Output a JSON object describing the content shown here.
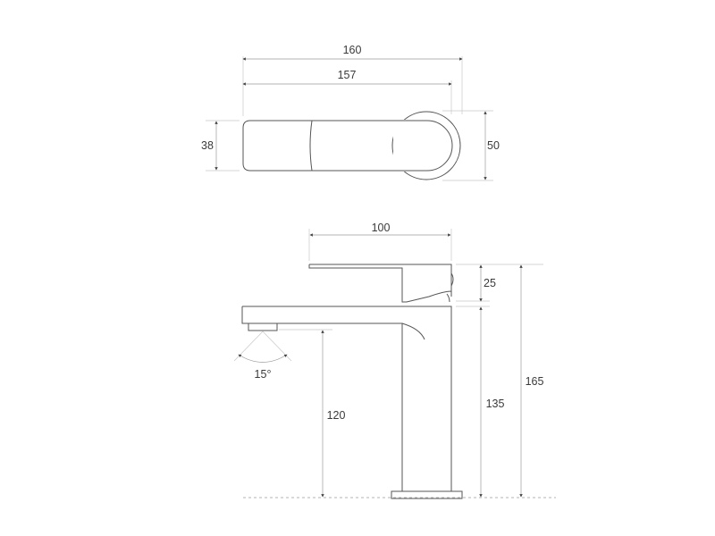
{
  "drawing": {
    "type": "technical-dimension-drawing",
    "subject": "basin faucet",
    "units": "mm",
    "stroke_color": "#555555",
    "dim_color": "#9a9a9a",
    "text_color": "#3a3a3a"
  },
  "top_view": {
    "overall_length": "160",
    "handle_length": "157",
    "body_width": "38",
    "base_diameter": "50"
  },
  "side_view": {
    "spout_reach": "100",
    "lever_height": "25",
    "spout_underside_height": "120",
    "body_height": "135",
    "total_height": "165",
    "spray_angle": "15°"
  }
}
